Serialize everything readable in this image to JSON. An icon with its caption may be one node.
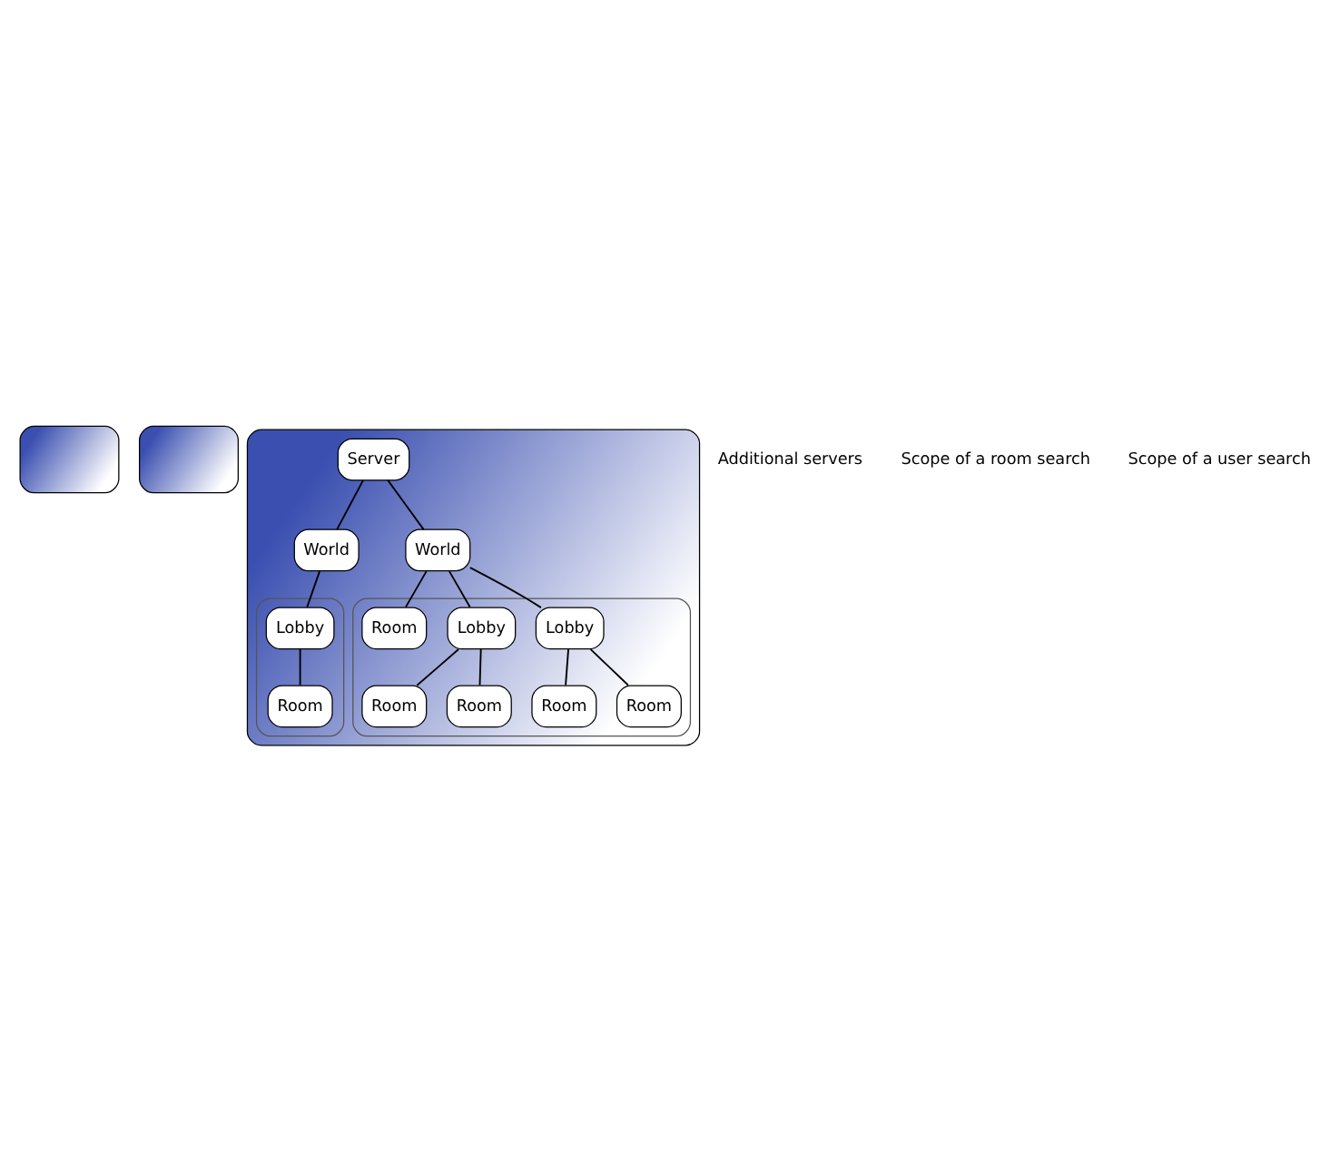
{
  "diagram": {
    "nodes": [
      {
        "text": [],
        "shape": "box"
      },
      {
        "text": [],
        "shape": "box"
      },
      {
        "text": [],
        "shape": "box"
      },
      {
        "text": [
          "Server"
        ],
        "in": 2
      },
      {
        "text": [],
        "shape": "box",
        "in": 2
      },
      {
        "text": [
          "World"
        ],
        "in": 2
      },
      {
        "text": [
          "Lobby"
        ],
        "in": 4
      },
      {
        "text": [
          "Room"
        ],
        "in": 4
      },
      {
        "text": [],
        "shape": "box",
        "in": 2
      },
      {
        "text": [
          "World"
        ],
        "in": 2
      },
      {
        "text": [
          "Lobby"
        ],
        "in": 8
      },
      {
        "text": [
          "Lobby"
        ],
        "in": 8
      },
      {
        "text": [
          "Room"
        ],
        "in": 8
      },
      {
        "text": [
          "Room"
        ],
        "in": 8
      },
      {
        "text": [
          "Room"
        ],
        "in": 8
      },
      {
        "text": [
          "Room"
        ],
        "in": 8
      },
      {
        "text": [
          "Room"
        ],
        "in": 8
      }
    ],
    "edges": [
      {
        "from": 3,
        "to": 5,
        "arrow": "none"
      },
      {
        "from": 3,
        "to": 9,
        "arrow": "none"
      },
      {
        "from": 5,
        "to": 6,
        "arrow": "none"
      },
      {
        "from": 6,
        "to": 7,
        "arrow": "none"
      },
      {
        "from": 9,
        "to": 12,
        "arrow": "none"
      },
      {
        "from": 9,
        "to": 10,
        "arrow": "none"
      },
      {
        "from": 9,
        "to": 11,
        "arrow": "none"
      },
      {
        "from": 10,
        "to": 13,
        "arrow": "none"
      },
      {
        "from": 10,
        "to": 14,
        "arrow": "none"
      },
      {
        "from": 11,
        "to": 15,
        "arrow": "none"
      },
      {
        "from": 11,
        "to": 16,
        "arrow": "none"
      }
    ],
    "labels": [
      "Additional servers",
      "Scope of a room search",
      "Scope of a user search"
    ]
  }
}
